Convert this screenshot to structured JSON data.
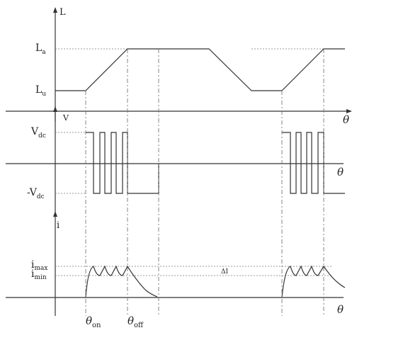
{
  "inductance_panel": {
    "axis_label": "L",
    "level_high": {
      "main": "L",
      "sub": "a"
    },
    "level_low": {
      "main": "L",
      "sub": "u"
    },
    "x_label": "θ"
  },
  "voltage_panel": {
    "axis_label": "V",
    "level_pos": {
      "main": "V",
      "sub": "dc"
    },
    "level_neg": {
      "main": "-V",
      "sub": "dc"
    },
    "x_label": "θ"
  },
  "current_panel": {
    "axis_label": "i",
    "level_max": {
      "main": "i",
      "sub": "max"
    },
    "level_min": {
      "main": "i",
      "sub": "min"
    },
    "band_label": "ΔI",
    "x_label": "θ"
  },
  "angle_labels": {
    "on": {
      "main": "θ",
      "sub": "on"
    },
    "off": {
      "main": "θ",
      "sub": "off"
    }
  }
}
